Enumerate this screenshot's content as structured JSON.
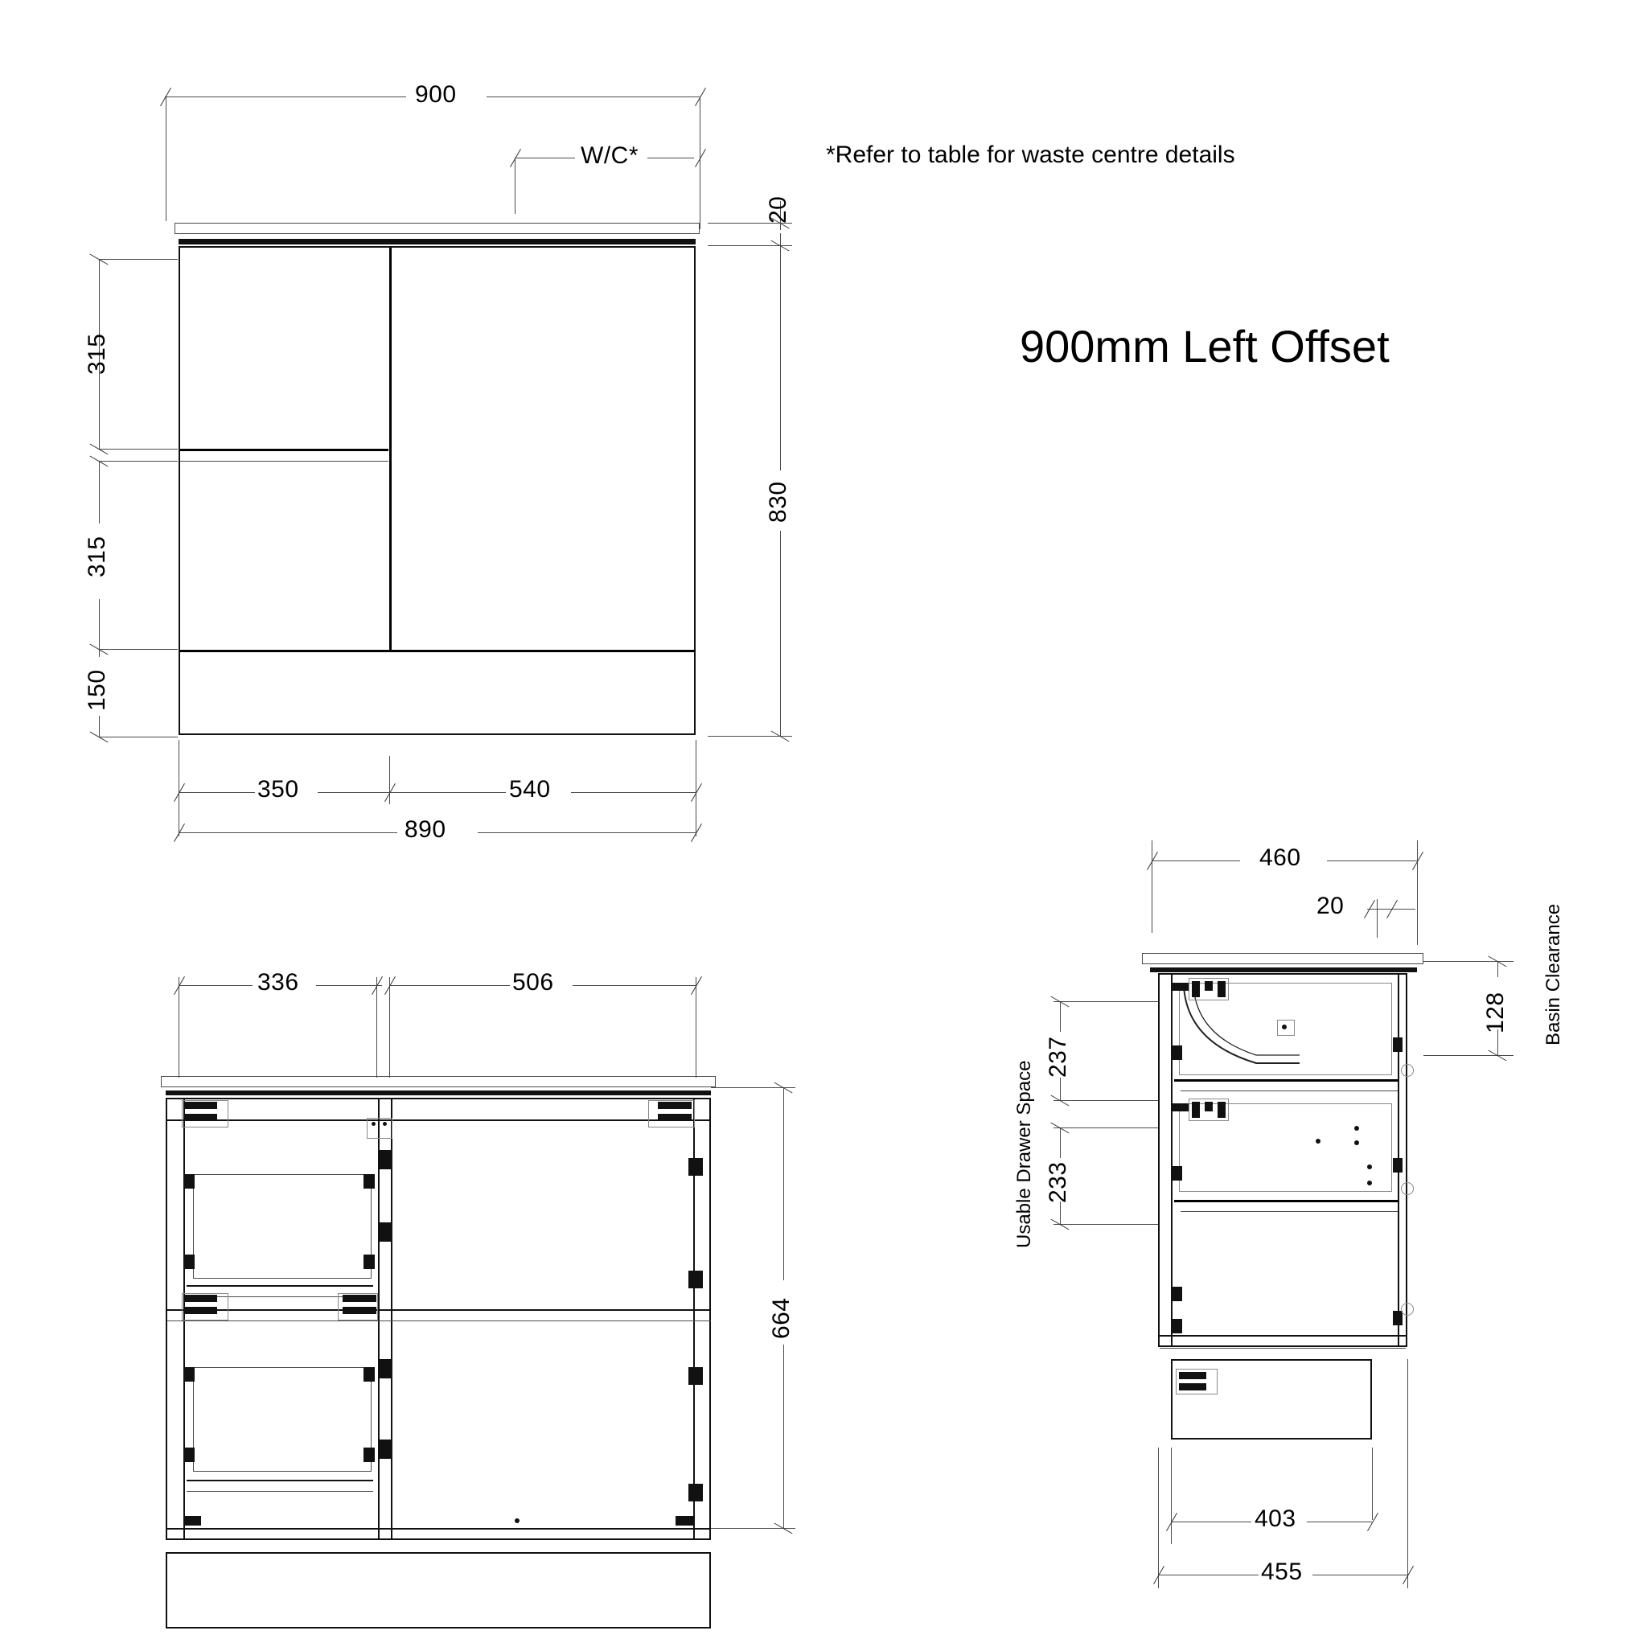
{
  "drawing": {
    "title": "900mm Left Offset",
    "note": "*Refer to table for waste centre details",
    "units": "mm"
  },
  "front_elevation": {
    "name": "front-elevation-view",
    "dimensions": {
      "overall_width_top": "900",
      "waste_centre": "W/C*",
      "bench_thickness": "20",
      "overall_height": "830",
      "drawer_1_height": "315",
      "drawer_2_height": "315",
      "kick_height": "150",
      "left_section_width": "350",
      "right_section_width": "540",
      "cabinet_width": "890"
    }
  },
  "internal_front_view": {
    "name": "internal-front-view",
    "dimensions": {
      "left_drawer_width": "336",
      "right_cabinet_width": "506",
      "internal_height": "664"
    }
  },
  "side_section": {
    "name": "side-section-view",
    "dimensions": {
      "overall_depth": "460",
      "bench_overhang": "20",
      "basin_clearance_value": "128",
      "basin_clearance_label": "Basin Clearance",
      "usable_drawer_space_label": "Usable Drawer Space",
      "drawer_space_top": "237",
      "drawer_space_bottom": "233",
      "drawer_depth": "403",
      "carcass_depth": "455"
    }
  },
  "colors": {
    "line": "#111111",
    "dimension_line": "#4a4a4a",
    "background": "#ffffff",
    "text": "#000000"
  }
}
